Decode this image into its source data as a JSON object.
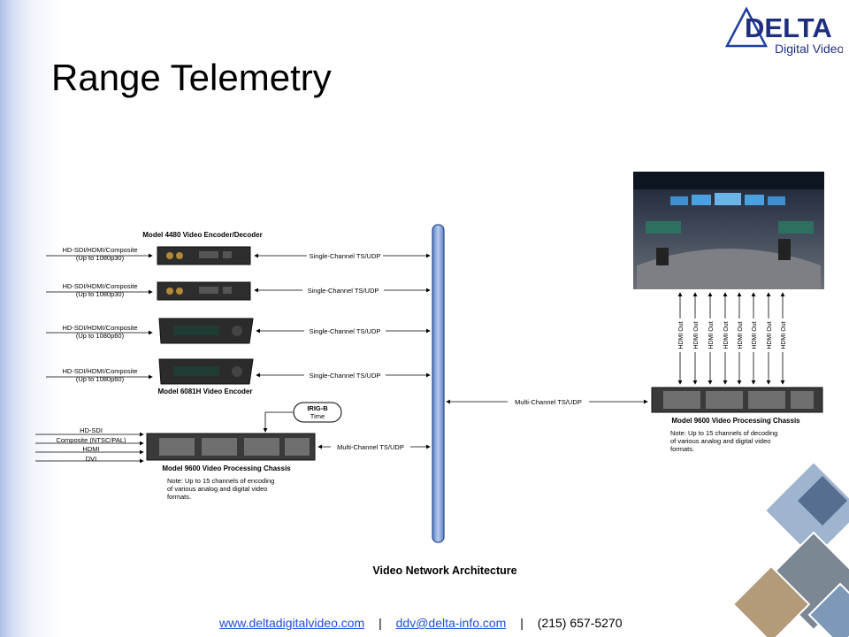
{
  "slide": {
    "title": "Range Telemetry"
  },
  "logo": {
    "word": "DELTA",
    "sub": "Digital Video"
  },
  "diagram": {
    "caption": "Video Network Architecture",
    "enc4480_title": "Model 4480 Video Encoder/Decoder",
    "enc6081_title": "Model 6081H Video Encoder",
    "inputs": [
      {
        "l1": "HD-SDI/HDMI/Composite",
        "l2": "(Up to 1080p30)"
      },
      {
        "l1": "HD-SDI/HDMI/Composite",
        "l2": "(Up to 1080p30)"
      },
      {
        "l1": "HD-SDI/HDMI/Composite",
        "l2": "(Up to 1080p60)"
      },
      {
        "l1": "HD-SDI/HDMI/Composite",
        "l2": "(Up to 1080p60)"
      }
    ],
    "single_link": "Single-Channel TS/UDP",
    "multi_link": "Multi-Channel TS/UDP",
    "chassis_inputs": [
      "HD-SDI",
      "Composite (NTSC/PAL)",
      "HDMI",
      "DVI"
    ],
    "irig_l1": "IRIG-B",
    "irig_l2": "Time",
    "chassis_title": "Model 9600 Video Processing Chassis",
    "enc_note": [
      "Note: Up to 15 channels of encoding",
      "of various analog and digital video",
      "formats."
    ],
    "dec_note": [
      "Note: Up to 15 channels of decoding",
      "of various analog and digital video",
      "formats."
    ],
    "hdmi_out": "HDMI Out"
  },
  "footer": {
    "website": "www.deltadigitalvideo.com",
    "email": "ddv@delta-info.com",
    "phone": "(215) 657-5270",
    "sep": "|"
  },
  "colors": {
    "network_pipe": "#7f9fd6",
    "device": "#3a3a3a",
    "link_text": "#000000"
  }
}
